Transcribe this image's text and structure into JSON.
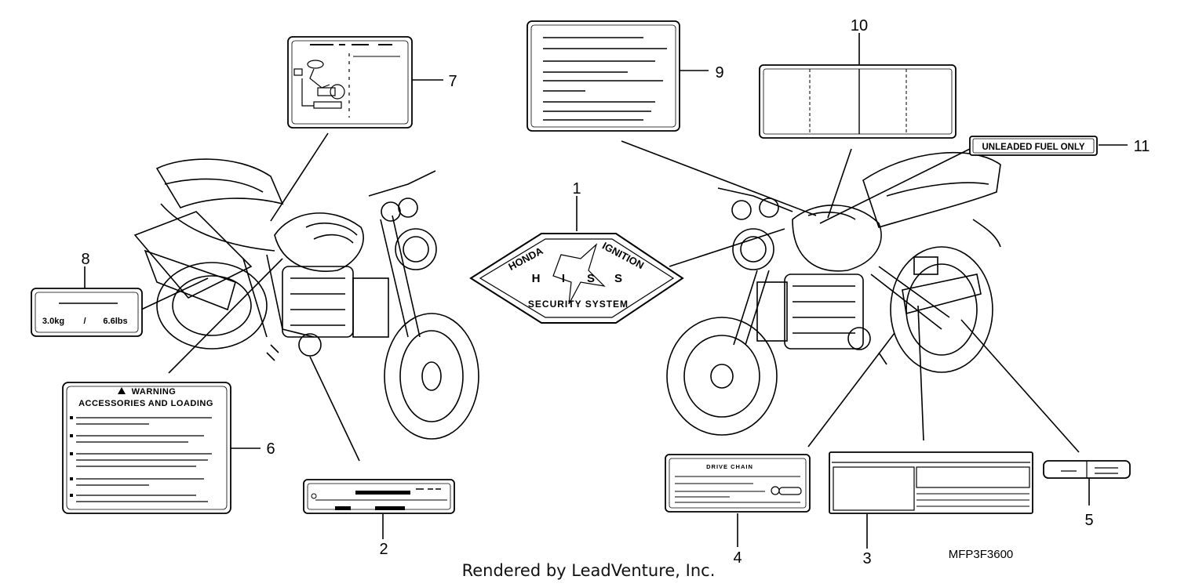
{
  "callouts": [
    "1",
    "2",
    "3",
    "4",
    "5",
    "6",
    "7",
    "8",
    "9",
    "10",
    "11"
  ],
  "labels": {
    "fuel": "UNLEADED FUEL ONLY",
    "warning_title": "WARNING",
    "warning_sub": "ACCESSORIES AND LOADING",
    "load_left": "3.0kg",
    "load_sep": "/",
    "load_right": "6.6lbs",
    "drive_chain": "DRIVE CHAIN",
    "hiss_top_left": "HONDA",
    "hiss_top_right": "IGNITION",
    "hiss_letters": [
      "H",
      "I",
      "S",
      "S"
    ],
    "hiss_bottom": "SECURITY SYSTEM"
  },
  "diagram_code": "MFP3F3600",
  "credit": "Rendered by LeadVenture, Inc."
}
